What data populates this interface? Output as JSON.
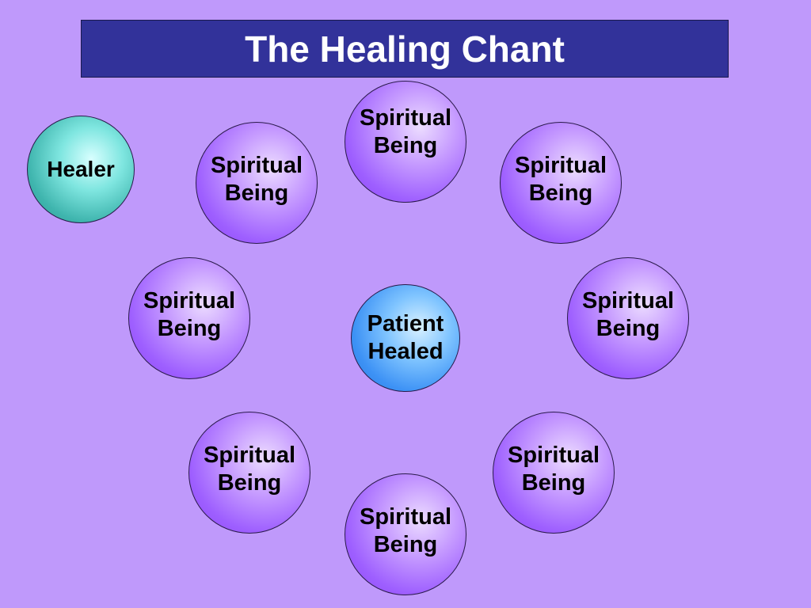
{
  "title": "The Healing Chant",
  "healer": {
    "label": "Healer"
  },
  "patient": {
    "line1": "Patient",
    "line2": "Healed"
  },
  "spiritual_beings": [
    {
      "line1": "Spiritual",
      "line2": "Being"
    },
    {
      "line1": "Spiritual",
      "line2": "Being"
    },
    {
      "line1": "Spiritual",
      "line2": "Being"
    },
    {
      "line1": "Spiritual",
      "line2": "Being"
    },
    {
      "line1": "Spiritual",
      "line2": "Being"
    },
    {
      "line1": "Spiritual",
      "line2": "Being"
    },
    {
      "line1": "Spiritual",
      "line2": "Being"
    },
    {
      "line1": "Spiritual",
      "line2": "Being"
    }
  ],
  "colors": {
    "background": "#bf99fb",
    "title_bar": "#32329a",
    "spiritual_being": "#a66cff",
    "healer": "#3fb5ae",
    "patient": "#3d92f5"
  }
}
